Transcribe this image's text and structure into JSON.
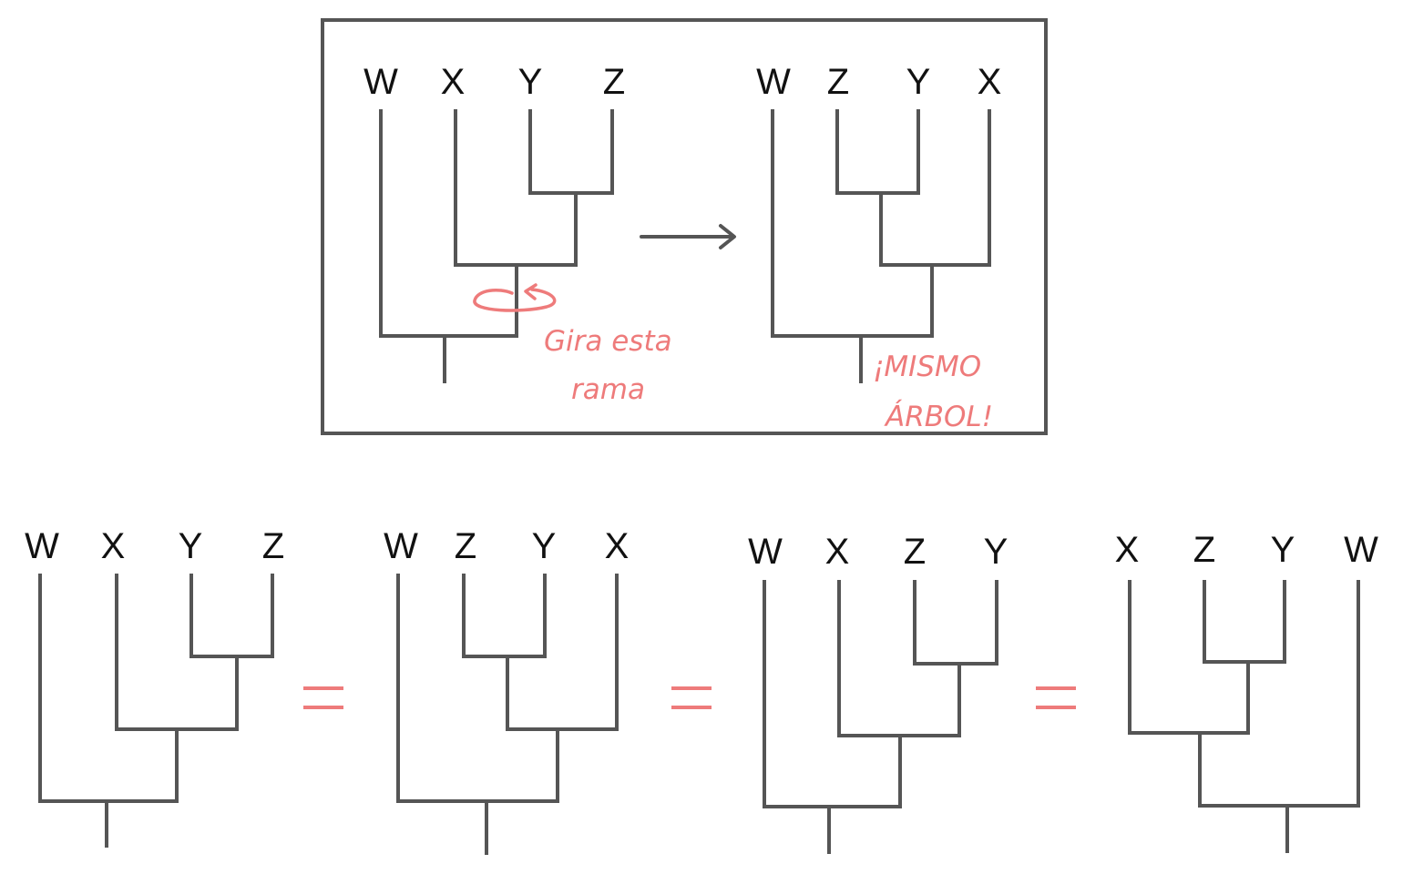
{
  "colors": {
    "line": "#555555",
    "accent": "#ee7b7b",
    "text": "#111111"
  },
  "inset": {
    "before": {
      "leaves": [
        "W",
        "X",
        "Y",
        "Z"
      ]
    },
    "after": {
      "leaves": [
        "W",
        "Z",
        "Y",
        "X"
      ]
    },
    "rotate_note": [
      "Gira esta",
      "rama"
    ],
    "same_note": [
      "¡MISMO",
      "ÁRBOL!"
    ],
    "arrow_icon": "right-arrow-icon",
    "rotate_icon": "rotate-arrow-icon"
  },
  "row": {
    "trees": [
      {
        "leaves": [
          "W",
          "X",
          "Y",
          "Z"
        ]
      },
      {
        "leaves": [
          "W",
          "Z",
          "Y",
          "X"
        ]
      },
      {
        "leaves": [
          "W",
          "X",
          "Z",
          "Y"
        ]
      },
      {
        "leaves": [
          "X",
          "Z",
          "Y",
          "W"
        ]
      }
    ],
    "equals_icon": "equals-sign-icon"
  }
}
